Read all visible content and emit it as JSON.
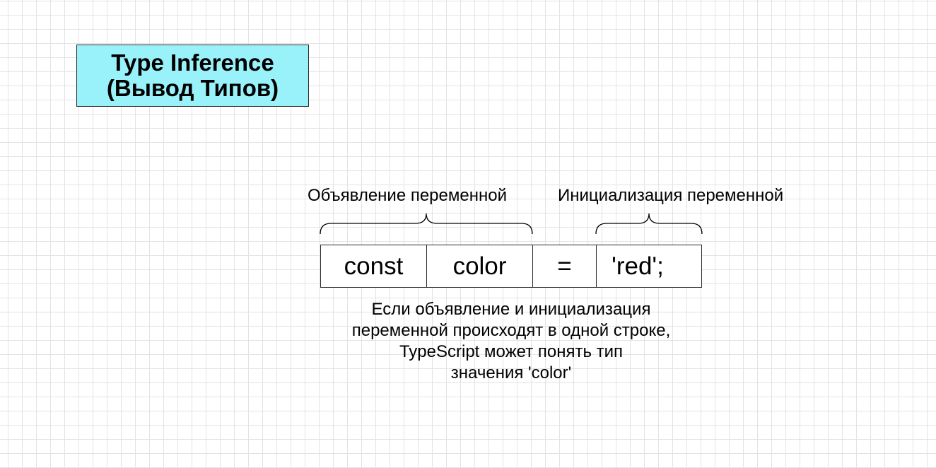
{
  "title": {
    "line1": "Type Inference",
    "line2": "(Вывод Типов)",
    "fill_color": "#99f1f9"
  },
  "labels": {
    "declaration": "Объявление переменной",
    "initialization": "Инициализация переменной"
  },
  "code_cells": [
    "const",
    "color",
    "=",
    "'red';"
  ],
  "note_lines": [
    "Если объявление и инициализация",
    "переменной происходят в одной строке,",
    "TypeScript может понять тип",
    "значения 'color'"
  ]
}
